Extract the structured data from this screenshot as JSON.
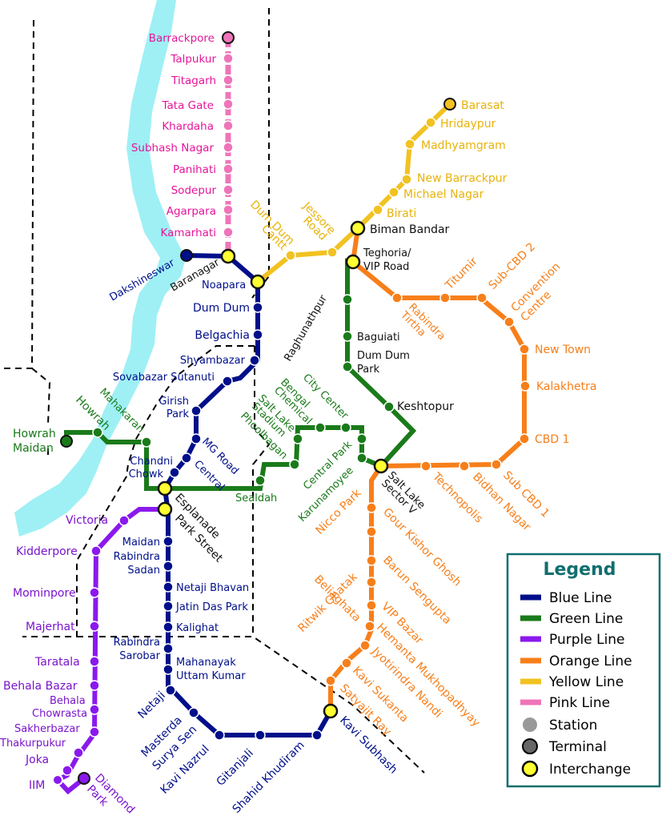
{
  "colors": {
    "blue": "#000f8a",
    "green": "#1a7a1a",
    "purple": "#8a19ee",
    "orange": "#f77f1a",
    "yellow": "#f1c221",
    "pink": "#ef74b9",
    "river": "#9ef0f5",
    "interchange": "#ffff33",
    "terminal": "#666666",
    "station": "#999999"
  },
  "legend": {
    "title": "Legend",
    "items": [
      "Blue Line",
      "Green Line",
      "Purple Line",
      "Orange Line",
      "Yellow Line",
      "Pink Line",
      "Station",
      "Terminal",
      "Interchange"
    ]
  },
  "stations": {
    "barrackpore": "Barrackpore",
    "talpukur": "Talpukur",
    "titagarh": "Titagarh",
    "tata_gate": "Tata Gate",
    "khardaha": "Khardaha",
    "subhash_nagar": "Subhash Nagar",
    "panihati": "Panihati",
    "sodepur": "Sodepur",
    "agarpara": "Agarpara",
    "kamarhati": "Kamarhati",
    "dakshineswar": "Dakshineswar",
    "baranagar": "Baranagar",
    "noapara": "Noapara",
    "dum_dum": "Dum Dum",
    "belgachia": "Belgachia",
    "shyambazar": "Shyambazar",
    "sovabazar": "Sovabazar Sutanuti",
    "girish_park_1": "Girish",
    "girish_park_2": "Park",
    "mg_road": "MG Road",
    "central": "Central",
    "chandni_1": "Chandni",
    "chandni_2": "Chowk",
    "esplanade": "Esplanade",
    "park_street": "Park Street",
    "maidan": "Maidan",
    "rabindra_sadan_1": "Rabindra",
    "rabindra_sadan_2": "Sadan",
    "netaji_bhavan": "Netaji Bhavan",
    "jatin_das": "Jatin Das Park",
    "kalighat": "Kalighat",
    "rabindra_sarobar_1": "Rabindra",
    "rabindra_sarobar_2": "Sarobar",
    "mahanayak_1": "Mahanayak",
    "mahanayak_2": "Uttam Kumar",
    "netaji": "Netaji",
    "masterda_1": "Masterda",
    "masterda_2": "Surya Sen",
    "kavi_nazrul": "Kavi Nazrul",
    "gitanjali": "Gitanjali",
    "shahid_khudiram": "Shahid Khudiram",
    "kavi_subhash": "Kavi Subhash",
    "howrah_maidan_1": "Howrah",
    "howrah_maidan_2": "Maidan",
    "howrah": "Howrah",
    "mahakaran": "Mahakaran",
    "sealdah": "Sealdah",
    "phoolbagan": "Phoolbagan",
    "salt_lake_stadium_1": "Salt Lake",
    "salt_lake_stadium_2": "Stadium",
    "bengal_chemical_1": "Bengal",
    "bengal_chemical_2": "Chemical",
    "city_center_1": "City Center",
    "central_park": "Central Park",
    "karunamoyee": "Karunamoyee",
    "salt_lake_sector_1": "Salt Lake",
    "salt_lake_sector_2": "Sector V",
    "keshtopur": "Keshtopur",
    "dum_dum_park_1": "Dum Dum",
    "dum_dum_park_2": "Park",
    "baguiati": "Baguiati",
    "raghunathpur": "Raghunathpur",
    "teghoria_1": "Teghoria/",
    "teghoria_2": "VIP Road",
    "biman_bandar": "Biman Bandar",
    "birati": "Birati",
    "michael_nagar": "Michael Nagar",
    "new_barrackpur": "New Barrackpur",
    "madhyamgram": "Madhyamgram",
    "hridaypur": "Hridaypur",
    "barasat": "Barasat",
    "jessore_1": "Jessore",
    "jessore_2": "Road",
    "dum_dum_cantt_1": "Dum Dum",
    "dum_dum_cantt_2": "Cantt",
    "rabindra_tirtha_1": "Rabindra",
    "rabindra_tirtha_2": "Tirtha",
    "titumir": "Titumir",
    "sub_cbd2": "Sub-CBD 2",
    "convention_1": "Convention",
    "convention_2": "Centre",
    "new_town": "New Town",
    "kalakhetra": "Kalakhetra",
    "cbd1": "CBD 1",
    "sub_cbd1": "Sub CBD 1",
    "bidhan_nagar": "Bidhan Nagar",
    "technopolis": "Technopolis",
    "nicco_park": "Nicco Park",
    "gour_kishor": "Gour Kishor Ghosh",
    "beliaghata": "Beliaghata",
    "barun_sengupta": "Barun Sengupta",
    "ritwik_ghatak": "Ritwik Ghatak",
    "vip_bazar": "VIP Bazar",
    "hemanta": "Hemanta Mukhopadhyay",
    "jyotirindra": "Jyotirindra Nandi",
    "kavi_sukanta": "Kavi Sukanta",
    "satyajit_ray": "Satyajit Ray",
    "victoria": "Victoria",
    "kidderpore": "Kidderpore",
    "mominpore": "Mominpore",
    "majerhat": "Majerhat",
    "taratala": "Taratala",
    "behala_bazar": "Behala Bazar",
    "behala_chowrasta_1": "Behala",
    "behala_chowrasta_2": "Chowrasta",
    "sakherbazar": "Sakherbazar",
    "thakurpukur": "Thakurpukur",
    "joka": "Joka",
    "iim": "IIM",
    "diamond_1": "Diamond",
    "diamond_2": "Park"
  }
}
